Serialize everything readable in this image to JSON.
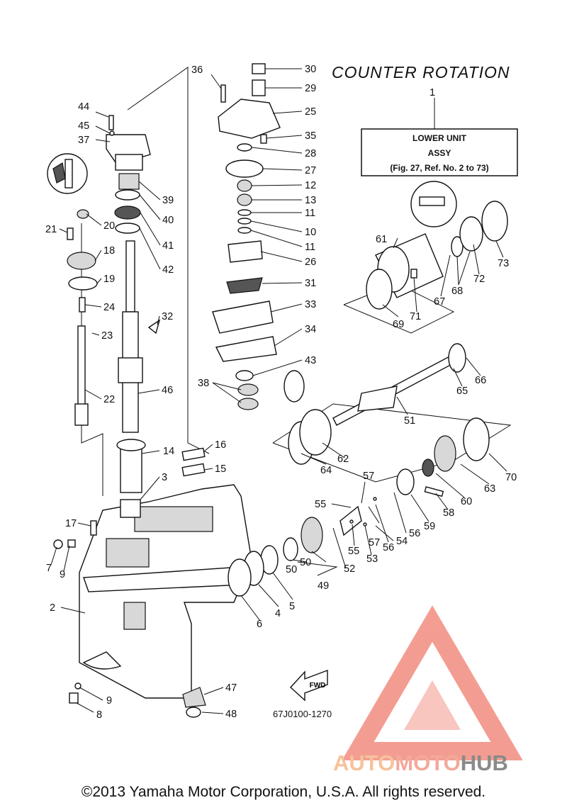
{
  "diagram": {
    "title": "COUNTER ROTATION",
    "assembly_box": {
      "line1": "LOWER UNIT",
      "line2": "ASSY",
      "line3": "(Fig. 27, Ref. No. 2 to 73)"
    },
    "fwd_label": "FWD",
    "drawing_code": "67J0100-1270",
    "watermark": {
      "auto": "AUTO",
      "moto": "MOTO",
      "hub": "HUB",
      "color_auto": "#f6c29a",
      "color_moto": "#f4a89a",
      "color_hub": "#8a8a8a",
      "color_logo": "#f28c80"
    },
    "copyright": "©2013 Yamaha Motor Corporation, U.S.A. All rights reserved.",
    "callouts": [
      "1",
      "2",
      "3",
      "4",
      "5",
      "6",
      "7",
      "8",
      "9",
      "9",
      "10",
      "11",
      "11",
      "12",
      "13",
      "14",
      "15",
      "16",
      "17",
      "18",
      "19",
      "20",
      "21",
      "22",
      "23",
      "24",
      "25",
      "26",
      "27",
      "28",
      "29",
      "30",
      "31",
      "32",
      "33",
      "34",
      "35",
      "36",
      "37",
      "38",
      "39",
      "40",
      "41",
      "42",
      "43",
      "44",
      "45",
      "46",
      "47",
      "48",
      "49",
      "50",
      "50",
      "51",
      "52",
      "53",
      "54",
      "55",
      "55",
      "56",
      "56",
      "57",
      "57",
      "58",
      "59",
      "60",
      "61",
      "62",
      "63",
      "64",
      "65",
      "66",
      "67",
      "68",
      "69",
      "70",
      "71",
      "72",
      "73"
    ]
  }
}
